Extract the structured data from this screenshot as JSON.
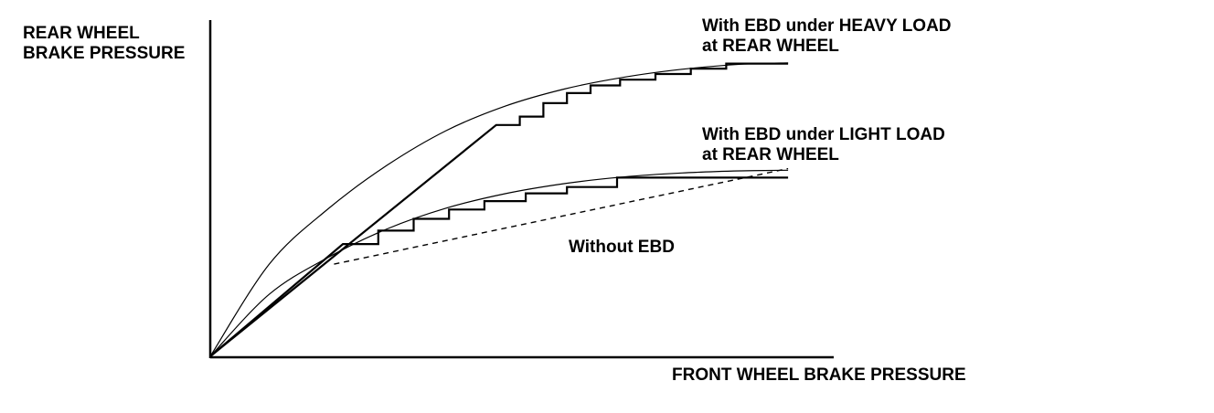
{
  "chart_data": {
    "type": "line",
    "title": "",
    "xlabel": "FRONT WHEEL BRAKE PRESSURE",
    "ylabel_lines": [
      "REAR WHEEL",
      "BRAKE PRESSURE"
    ],
    "xlim": [
      0,
      100
    ],
    "ylim": [
      0,
      100
    ],
    "grid": false,
    "legend": "none",
    "line_color": "#000000",
    "series": [
      {
        "id": "heavy-ideal",
        "style": "thin",
        "x": [
          0,
          10,
          20,
          30,
          40,
          50,
          60,
          70,
          80,
          90,
          98
        ],
        "y": [
          0,
          27.5,
          44,
          57,
          67.3,
          74.6,
          79.7,
          83.2,
          85.6,
          87.1,
          87.5
        ]
      },
      {
        "id": "heavy-ebd",
        "style": "thick",
        "x": [
          0,
          48.5,
          52.5,
          52.5,
          56.5,
          56.5,
          60.5,
          60.5,
          64.5,
          64.5,
          69.5,
          69.5,
          75.5,
          75.5,
          81.5,
          81.5,
          87.5,
          87.5,
          98
        ],
        "y": [
          0,
          69,
          69,
          71.5,
          71.5,
          75.5,
          75.5,
          78.5,
          78.5,
          80.8,
          80.8,
          82.5,
          82.5,
          84.2,
          84.2,
          85.8,
          85.8,
          87.3,
          87.3
        ]
      },
      {
        "id": "light-ideal",
        "style": "thin",
        "x": [
          0,
          10,
          20,
          30,
          40,
          50,
          60,
          70,
          80,
          90,
          98
        ],
        "y": [
          0,
          18.5,
          29.5,
          38,
          44.2,
          48.5,
          51.5,
          53.5,
          54.7,
          55.3,
          55.5
        ]
      },
      {
        "id": "light-ebd",
        "style": "thick",
        "x": [
          0,
          22.5,
          28.5,
          28.5,
          34.5,
          34.5,
          40.5,
          40.5,
          46.5,
          46.5,
          53.5,
          53.5,
          60.5,
          60.5,
          69,
          69,
          98
        ],
        "y": [
          0,
          33.5,
          33.5,
          37.5,
          37.5,
          41,
          41,
          43.8,
          43.8,
          46.3,
          46.3,
          48.6,
          48.6,
          50.5,
          50.5,
          53.3,
          53.3
        ]
      },
      {
        "id": "without-ebd",
        "style": "dashed",
        "x": [
          21,
          98
        ],
        "y": [
          27.5,
          56
        ]
      }
    ],
    "annotations": [
      {
        "id": "heavy",
        "lines": [
          "With EBD under HEAVY LOAD",
          "at REAR WHEEL"
        ]
      },
      {
        "id": "light",
        "lines": [
          "With EBD under LIGHT LOAD",
          "at REAR WHEEL"
        ]
      },
      {
        "id": "without",
        "lines": [
          "Without EBD"
        ]
      }
    ]
  }
}
